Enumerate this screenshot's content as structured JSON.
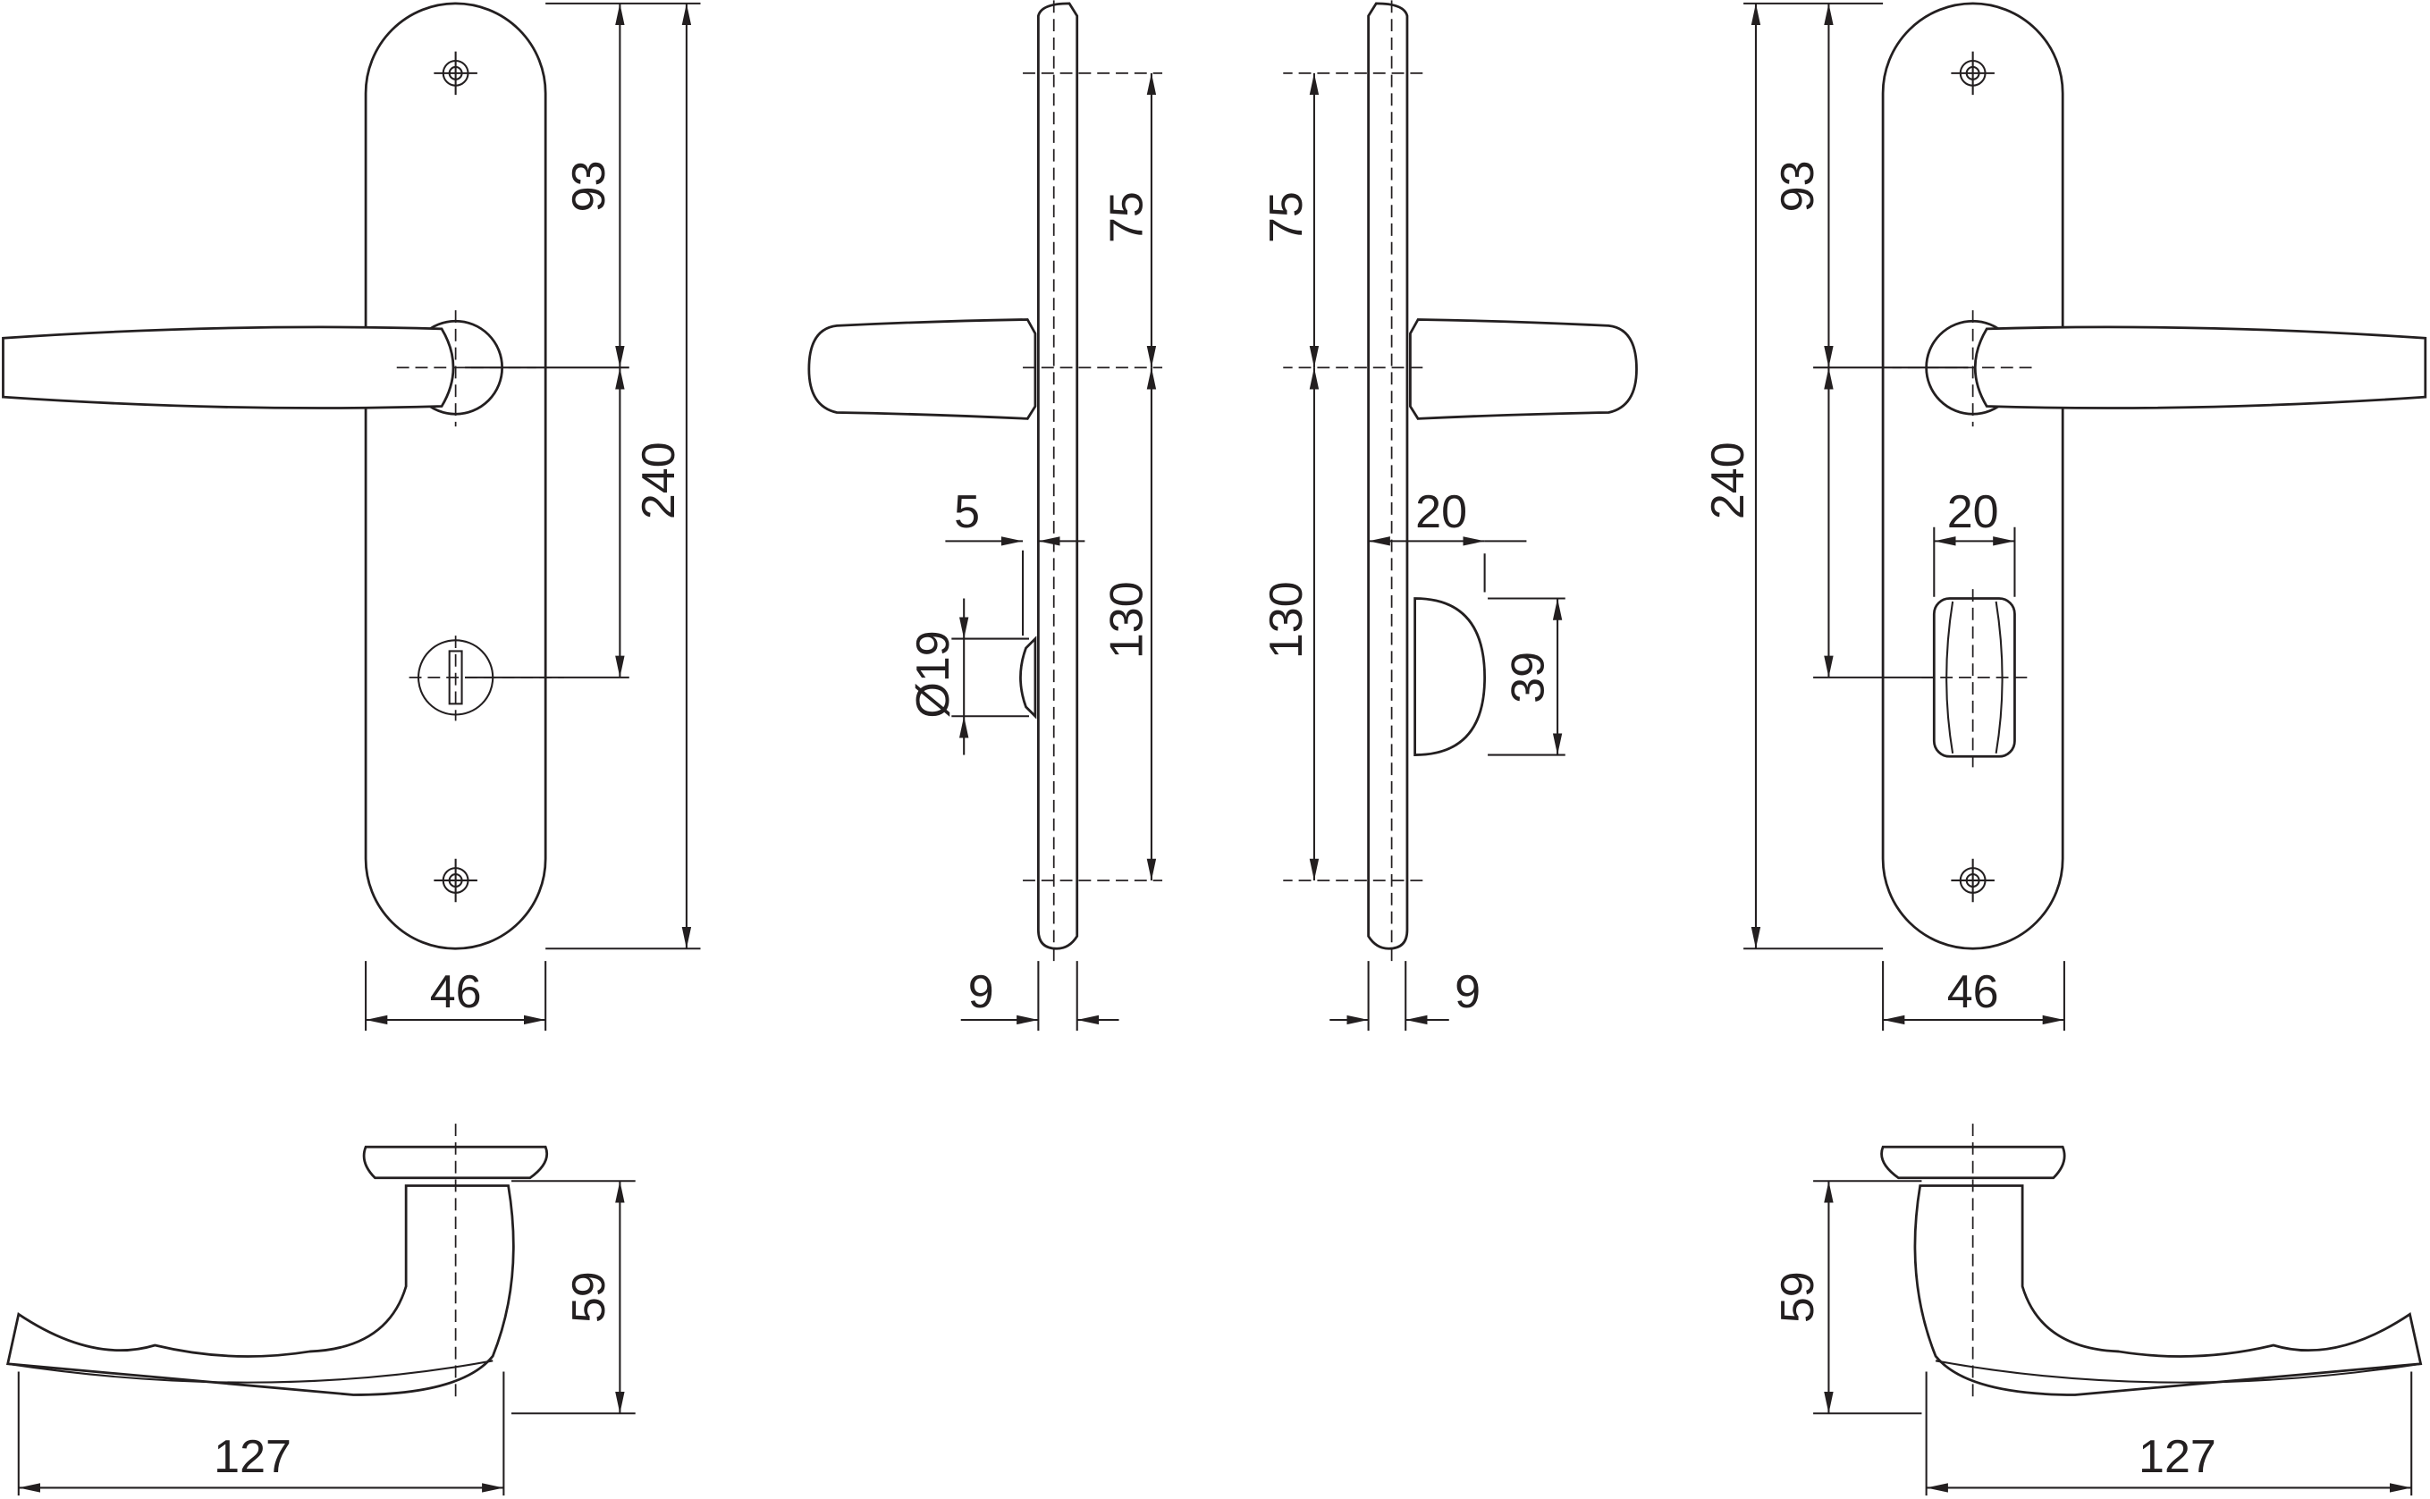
{
  "drawing": {
    "labels": {
      "front_left_93": "93",
      "front_left_240": "240",
      "front_left_46": "46",
      "side_left_75": "75",
      "side_left_130": "130",
      "side_left_5": "5",
      "side_left_dia19": "Ø19",
      "side_left_9": "9",
      "side_right_75": "75",
      "side_right_130": "130",
      "side_right_20": "20",
      "side_right_39": "39",
      "side_right_9": "9",
      "front_right_93": "93",
      "front_right_240": "240",
      "front_right_20": "20",
      "front_right_46": "46",
      "bottom_left_59": "59",
      "bottom_left_127": "127",
      "bottom_right_59": "59",
      "bottom_right_127": "127"
    }
  }
}
